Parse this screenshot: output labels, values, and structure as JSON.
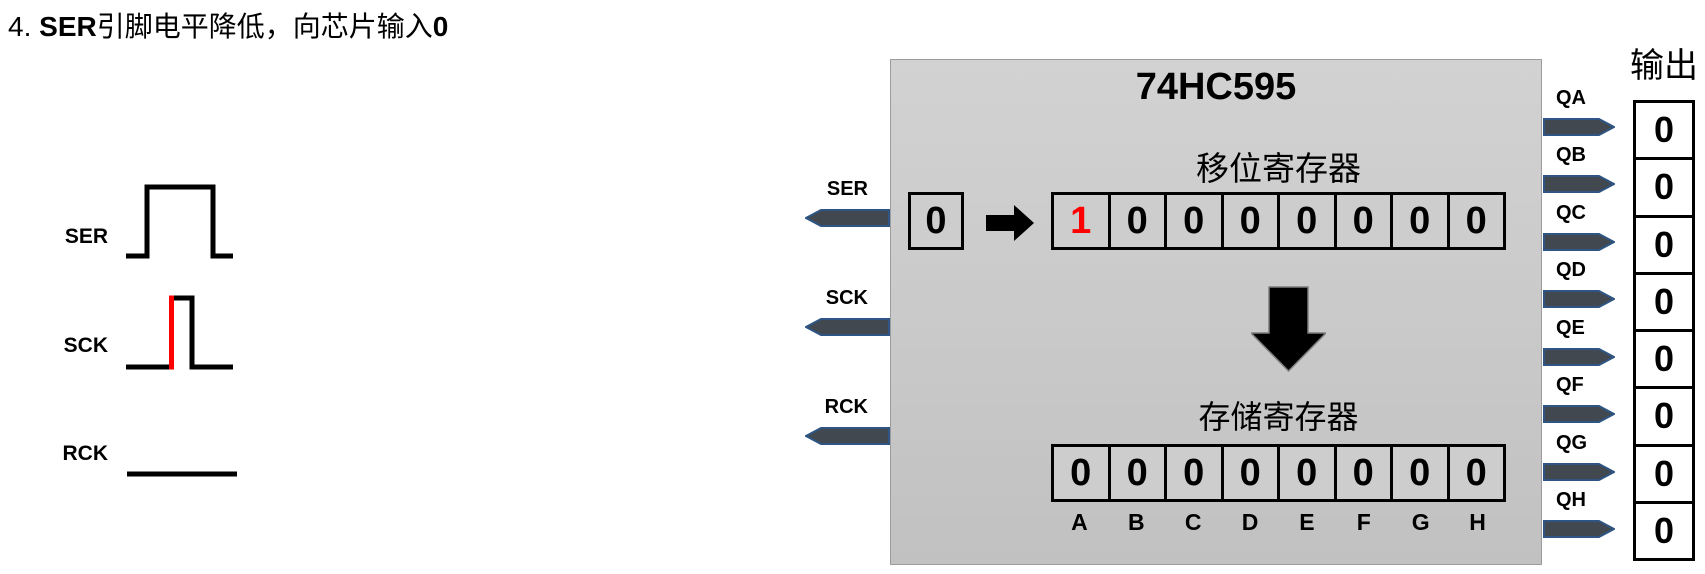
{
  "header": {
    "segments": [
      {
        "text": "4. ",
        "bold": false
      },
      {
        "text": "SER",
        "bold": true
      },
      {
        "text": "引脚电平降低，向芯片输入",
        "bold": false
      },
      {
        "text": "0",
        "bold": true
      }
    ]
  },
  "waveforms": {
    "signals": [
      {
        "label": "SER",
        "shape": "wide-high-pulse"
      },
      {
        "label": "SCK",
        "shape": "narrow-pulse-with-highlighted-rising-edge"
      },
      {
        "label": "RCK",
        "shape": "flat-low"
      }
    ]
  },
  "chip": {
    "name": "74HC595",
    "serial_input": {
      "value": "0"
    },
    "shift_register": {
      "label": "移位寄存器",
      "values": [
        "1",
        "0",
        "0",
        "0",
        "0",
        "0",
        "0",
        "0"
      ],
      "highlight_index": 0
    },
    "storage_register": {
      "label": "存储寄存器",
      "values": [
        "0",
        "0",
        "0",
        "0",
        "0",
        "0",
        "0",
        "0"
      ]
    },
    "bit_labels": [
      "A",
      "B",
      "C",
      "D",
      "E",
      "F",
      "G",
      "H"
    ]
  },
  "left_pins": [
    {
      "label": "SER"
    },
    {
      "label": "SCK"
    },
    {
      "label": "RCK"
    }
  ],
  "right_pins": [
    {
      "label": "QA"
    },
    {
      "label": "QB"
    },
    {
      "label": "QC"
    },
    {
      "label": "QD"
    },
    {
      "label": "QE"
    },
    {
      "label": "QF"
    },
    {
      "label": "QG"
    },
    {
      "label": "QH"
    }
  ],
  "output": {
    "label": "输出",
    "values": [
      "0",
      "0",
      "0",
      "0",
      "0",
      "0",
      "0",
      "0"
    ]
  },
  "colors": {
    "highlight": "#ff0000",
    "pin_fill": "#41484f",
    "pin_stroke": "#2e5583",
    "chip_fill": "#c9c9c9",
    "cell_fill": "#cdcdcd"
  }
}
